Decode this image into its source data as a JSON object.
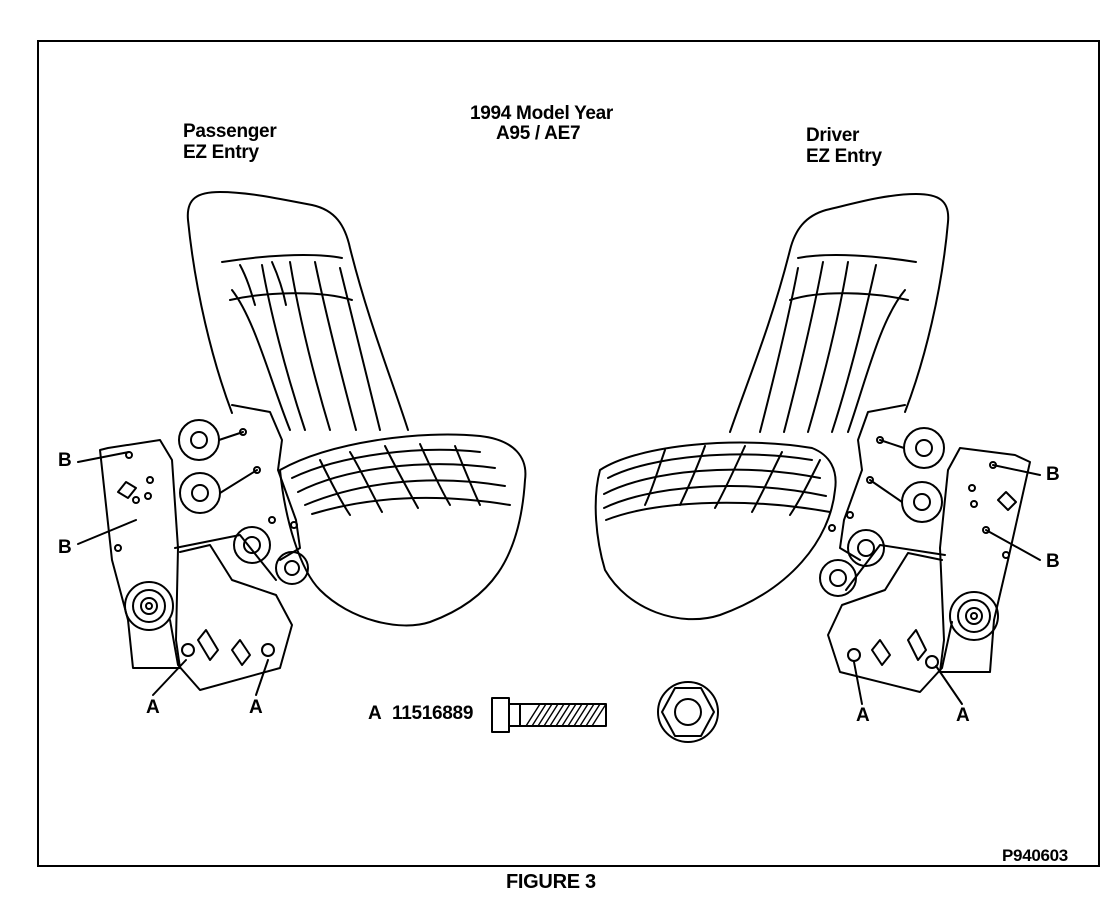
{
  "title": {
    "line1": "1994 Model Year",
    "line2": "A95 / AE7"
  },
  "left_seat": {
    "line1": "Passenger",
    "line2": "EZ Entry"
  },
  "right_seat": {
    "line1": "Driver",
    "line2": "EZ Entry"
  },
  "callouts": {
    "a": "A",
    "b": "B"
  },
  "part": {
    "letter": "A",
    "number": "11516889"
  },
  "figure_code": "P940603",
  "caption": "FIGURE 3"
}
